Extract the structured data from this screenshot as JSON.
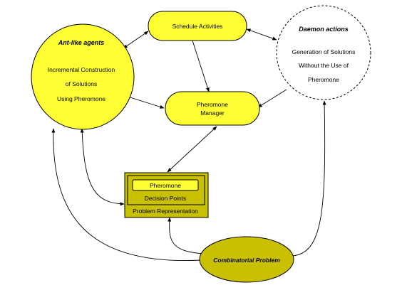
{
  "colors": {
    "yellow": "#ffff33",
    "olive": "#c8c000",
    "olive_dark": "#a89e00",
    "white": "#ffffff",
    "stroke": "#000000"
  },
  "nodes": {
    "ant_agents": {
      "title": "Ant-like agents",
      "line1": "Incremental Construction",
      "line2": "of Solutions",
      "line3": "Using Pheromone"
    },
    "schedule": {
      "label": "Schedule  Activities"
    },
    "daemon": {
      "title": "Daemon actions",
      "line1": "Generation of Solutions",
      "line2": "Without the Use of",
      "line3": "Pheromone"
    },
    "manager": {
      "line1": "Pheromone",
      "line2": "Manager"
    },
    "problem_rep": {
      "pheromone": "Pheromone",
      "decision_points": "Decision Points",
      "representation": "Problem Representation"
    },
    "combinatorial": {
      "label": "Combinatorial Problem"
    }
  }
}
